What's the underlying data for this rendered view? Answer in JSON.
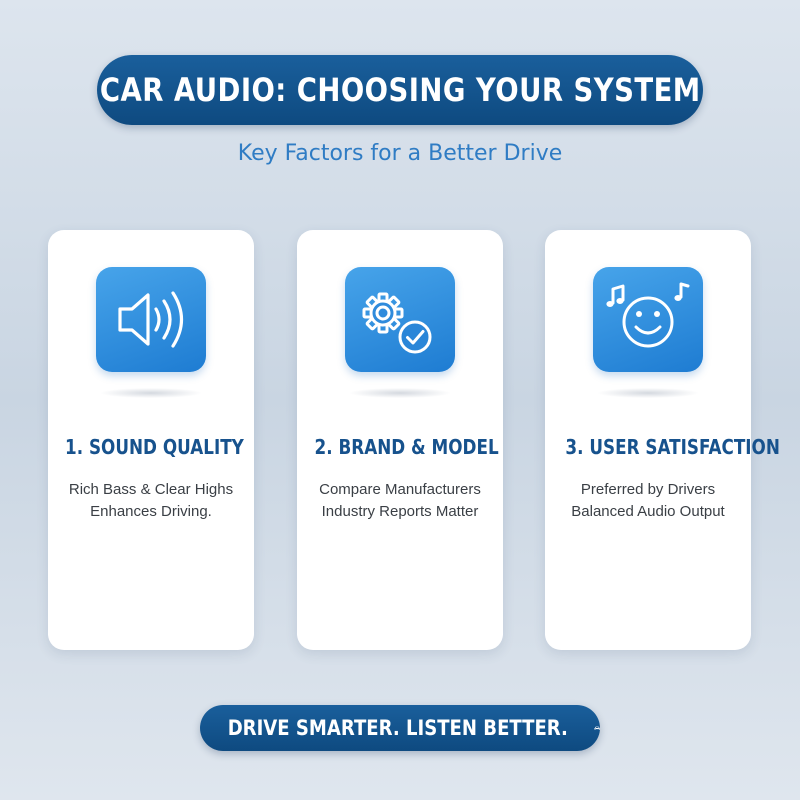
{
  "header": {
    "title": "CAR AUDIO: CHOOSING YOUR SYSTEM",
    "subtitle": "Key Factors for a Better Drive"
  },
  "cards": [
    {
      "icon": "speaker-icon",
      "title": "1. SOUND QUALITY",
      "lines": [
        "Rich Bass & Clear Highs",
        "Enhances Driving."
      ]
    },
    {
      "icon": "gear-check-icon",
      "title": "2. BRAND & MODEL",
      "lines": [
        "Compare Manufacturers",
        "Industry Reports Matter"
      ]
    },
    {
      "icon": "smiley-music-icon",
      "title": "3. USER SATISFACTION",
      "lines": [
        "Preferred by Drivers",
        "Balanced Audio Output"
      ]
    }
  ],
  "footer": {
    "tagline": "DRIVE SMARTER. LISTEN BETTER.",
    "icon": "car-icon"
  },
  "colors": {
    "pill_blue": "#0e4a80",
    "subtitle_blue": "#2f7cc4",
    "card_title_blue": "#17528d",
    "icon_tile_blue": "#1e7cd2"
  }
}
